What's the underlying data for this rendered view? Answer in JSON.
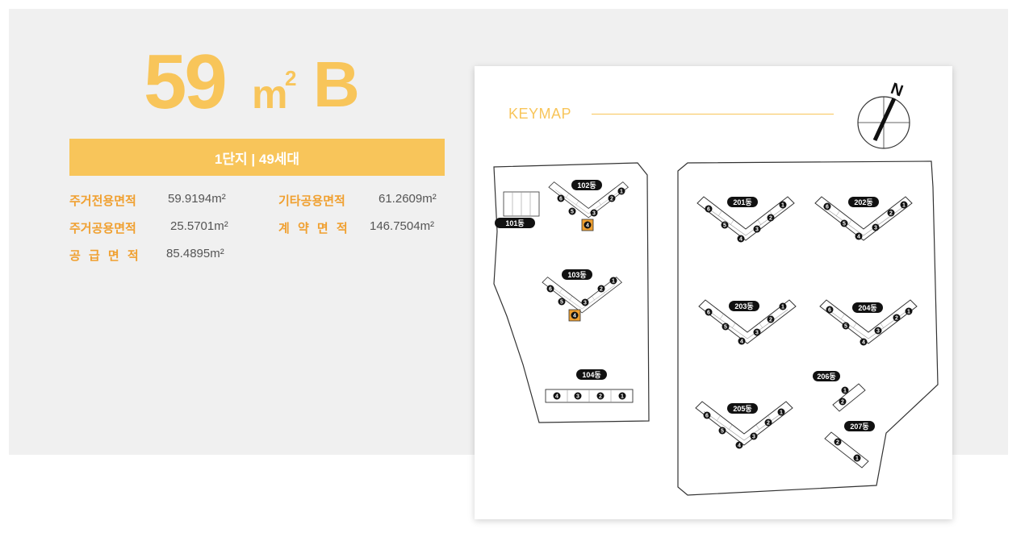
{
  "unit_type": {
    "number": "59",
    "unit": "m",
    "superscript": "2",
    "type": "B"
  },
  "complex_bar": "1단지 | 49세대",
  "specs": [
    {
      "label": "주거전용면적",
      "value": "59.9194m²"
    },
    {
      "label": "기타공용면적",
      "value": "61.2609m²"
    },
    {
      "label": "주거공용면적",
      "value": "25.5701m²"
    },
    {
      "label": "계 약 면 적",
      "value": "146.7504m²"
    },
    {
      "label": "공 급 면 적",
      "value": "85.4895m²"
    }
  ],
  "keymap": {
    "title": "KEYMAP",
    "compass": "N",
    "accent": "#f8c55a",
    "highlight": "#f0a030",
    "buildings": [
      "101동",
      "102동",
      "103동",
      "104동",
      "201동",
      "202동",
      "203동",
      "204동",
      "205동",
      "206동",
      "207동"
    ]
  }
}
